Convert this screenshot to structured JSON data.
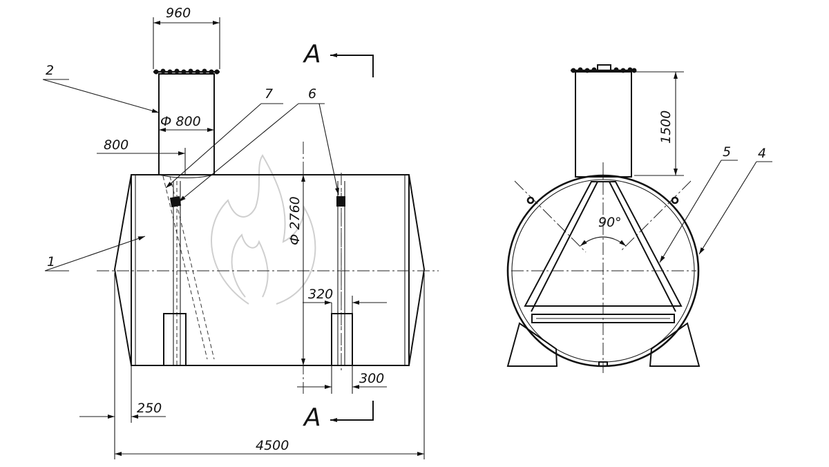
{
  "dimensions": {
    "top_width": "960",
    "neck_diameter": "Ф 800",
    "neck_offset": "800",
    "vessel_diameter": "Ф 2760",
    "support_width": "320",
    "support_depth": "300",
    "end_offset": "250",
    "overall_length": "4500",
    "neck_height": "1500",
    "angle": "90°"
  },
  "section": {
    "letter_top": "A",
    "letter_bottom": "A"
  },
  "callouts": [
    "1",
    "2",
    "4",
    "5",
    "6",
    "7"
  ]
}
